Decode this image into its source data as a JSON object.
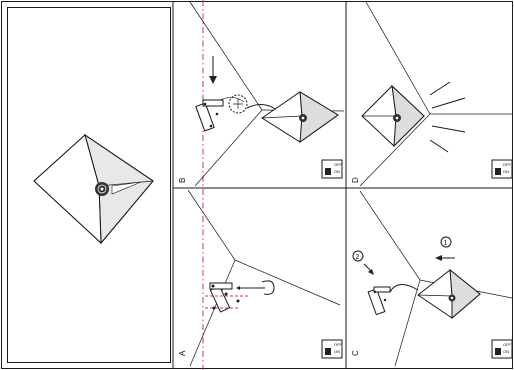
{
  "panels": {
    "a": {
      "label": "A"
    },
    "b": {
      "label": "B"
    },
    "c": {
      "label": "C"
    },
    "d": {
      "label": "D"
    }
  },
  "steps": {
    "one": "1",
    "two": "2"
  },
  "switch_label": {
    "off": "OFF",
    "on": "ON"
  },
  "colors": {
    "guide_line": "#cc3366",
    "ink": "#1a1a1a"
  }
}
